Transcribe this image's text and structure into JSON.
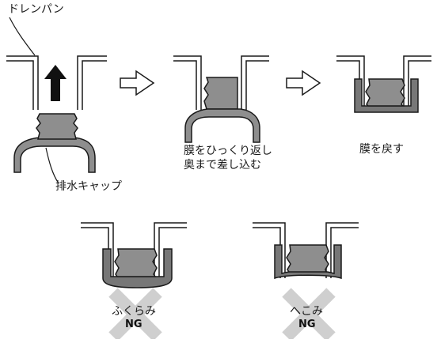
{
  "labels": {
    "drain_pan": "ドレンパン",
    "drain_cap": "排水キャップ",
    "step2_line1": "膜をひっくり返し",
    "step2_line2": "奥まで差し込む",
    "step3": "膜を戻す",
    "ng_bulge": "ふくらみ",
    "ng_dent": "へこみ",
    "ng_mark": "NG"
  },
  "colors": {
    "outline": "#1a1a1a",
    "cap_fill": "#8e8e8e",
    "membrane_fill": "#777777",
    "arrow_fill": "#111111",
    "ng_cross": "#cfcfcf"
  },
  "icons": {
    "up_arrow": "up-arrow-icon",
    "next_arrow": "right-arrow-icon",
    "ng_cross": "x-cross-icon"
  }
}
